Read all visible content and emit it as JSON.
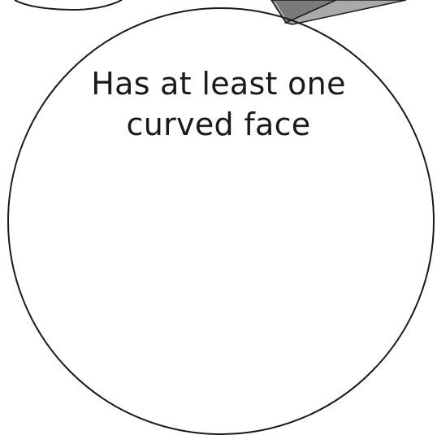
{
  "venn_circle": {
    "label_line_1": "Has at least one",
    "label_line_2": "curved face"
  },
  "colors": {
    "stroke": "#1a1a1a",
    "box_face": "#a9a9a9",
    "box_side": "#7a7a7a",
    "background": "#ffffff"
  },
  "shapes_cropped_at_top": [
    "cylinder-shape",
    "cuboid-box-shape"
  ]
}
